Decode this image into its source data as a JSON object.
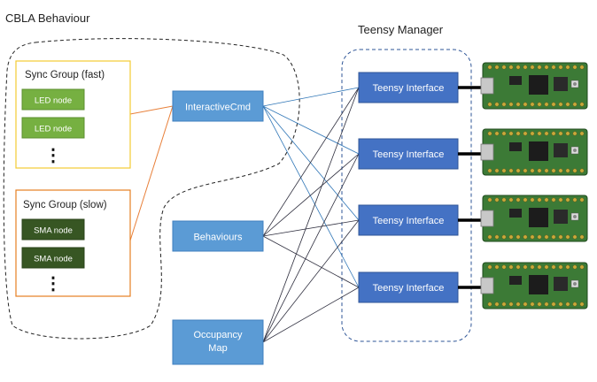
{
  "titles": {
    "cbla": "CBLA Behaviour",
    "teensy_manager": "Teensy Manager"
  },
  "sync_fast": {
    "title": "Sync Group (fast)",
    "nodes": [
      "LED node",
      "LED node"
    ],
    "ellipsis": "⋮"
  },
  "sync_slow": {
    "title": "Sync Group (slow)",
    "nodes": [
      "SMA node",
      "SMA node"
    ],
    "ellipsis": "⋮"
  },
  "middle": {
    "interactive": "InteractiveCmd",
    "behaviours": "Behaviours",
    "occupancy_line1": "Occupancy",
    "occupancy_line2": "Map"
  },
  "teensy": {
    "items": [
      "Teensy Interface",
      "Teensy Interface",
      "Teensy Interface",
      "Teensy Interface"
    ]
  },
  "colors": {
    "fast_border": "#f2cb33",
    "slow_border": "#e67e22",
    "led_node": "#76b041",
    "sma_node": "#375623",
    "middle_box": "#5b9bd5",
    "teensy_box": "#4472c4",
    "connector_orange": "#e8803a",
    "connector_blue": "#2e75b6",
    "connector_dark": "#2f2f3f",
    "board_green": "#3c7a36"
  },
  "icons": [
    "teensy-board-icon"
  ]
}
